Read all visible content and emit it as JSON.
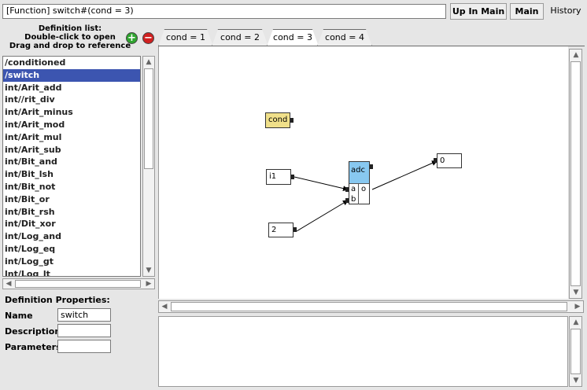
{
  "toolbar": {
    "path_value": "[Function] switch#(cond = 3)",
    "up_in_main": "Up In Main",
    "main": "Main",
    "history": "History"
  },
  "definition_list": {
    "title_line1": "Definition list:",
    "title_line2": "Double-click to open",
    "title_line3": "Drag and drop to reference",
    "add_icon": "plus-circle-icon",
    "remove_icon": "minus-circle-icon",
    "items": [
      {
        "label": "/conditioned"
      },
      {
        "label": "/switch"
      },
      {
        "label": "int/Arit_add"
      },
      {
        "label": "int//rit_div"
      },
      {
        "label": "int/Arit_minus"
      },
      {
        "label": "int/Arit_mod"
      },
      {
        "label": "int/Arit_mul"
      },
      {
        "label": "int/Arit_sub"
      },
      {
        "label": "int/Bit_and"
      },
      {
        "label": "int/Bit_lsh"
      },
      {
        "label": "int/Bit_not"
      },
      {
        "label": "int/Bit_or"
      },
      {
        "label": "int/Bit_rsh"
      },
      {
        "label": "int/Dit_xor"
      },
      {
        "label": "int/Log_and"
      },
      {
        "label": "int/Log_eq"
      },
      {
        "label": "int/Log_gt"
      },
      {
        "label": "lnt/Log_lt"
      }
    ],
    "selected_index": 1
  },
  "properties": {
    "title": "Definition Properties:",
    "name_label": "Name",
    "name_value": "switch",
    "description_label": "Description",
    "description_value": "",
    "parameters_label": "Parameters",
    "parameters_value": ""
  },
  "tabs": [
    {
      "label": "cond = 1"
    },
    {
      "label": "cond = 2"
    },
    {
      "label": "cond = 3"
    },
    {
      "label": "cond = 4"
    }
  ],
  "active_tab_index": 2,
  "graph": {
    "cond_label": "cond",
    "i1_label": "i1",
    "two_label": "2",
    "adc_label": "adc",
    "port_a": "a",
    "port_b": "b",
    "port_o": "o",
    "out_label": "0",
    "cond_color": "#f0e08a",
    "adc_header_color": "#88c8f0"
  },
  "scroll": {
    "up": "▲",
    "down": "▼",
    "left": "◀",
    "right": "▶"
  }
}
